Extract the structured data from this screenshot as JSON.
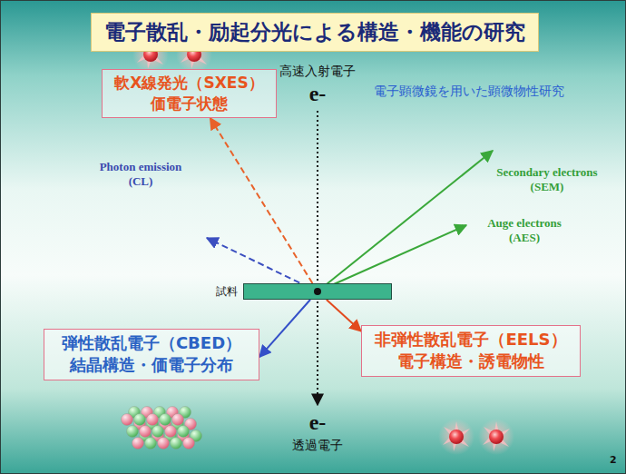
{
  "diagram": {
    "title": "電子散乱・励起分光による構造・機能の研究",
    "nodes": [
      {
        "text": [
          "軟X線発光（SXES）",
          "価電子状態"
        ]
      },
      {
        "text": [
          "試料"
        ]
      },
      {
        "text": [
          "弾性散乱電子（CBED）",
          "結晶構造・価電子分布"
        ]
      },
      {
        "text": [
          "非弾性散乱電子（EELS）",
          "電子構造・誘電物性"
        ]
      }
    ],
    "edges": [
      {
        "from": 1,
        "to": 0,
        "arrow": "to"
      },
      {
        "from": 1,
        "to": 2,
        "arrow": "to"
      },
      {
        "from": 1,
        "to": 3,
        "arrow": "to"
      }
    ],
    "labels": [
      "高速入射電子",
      "e-",
      "電子顕微鏡を用いた顕微物性研究",
      "Photon emission (CL)",
      "Secondary electrons (SEM)",
      "Auge electrons (AES)",
      "e-",
      "透過電子",
      "2"
    ]
  }
}
